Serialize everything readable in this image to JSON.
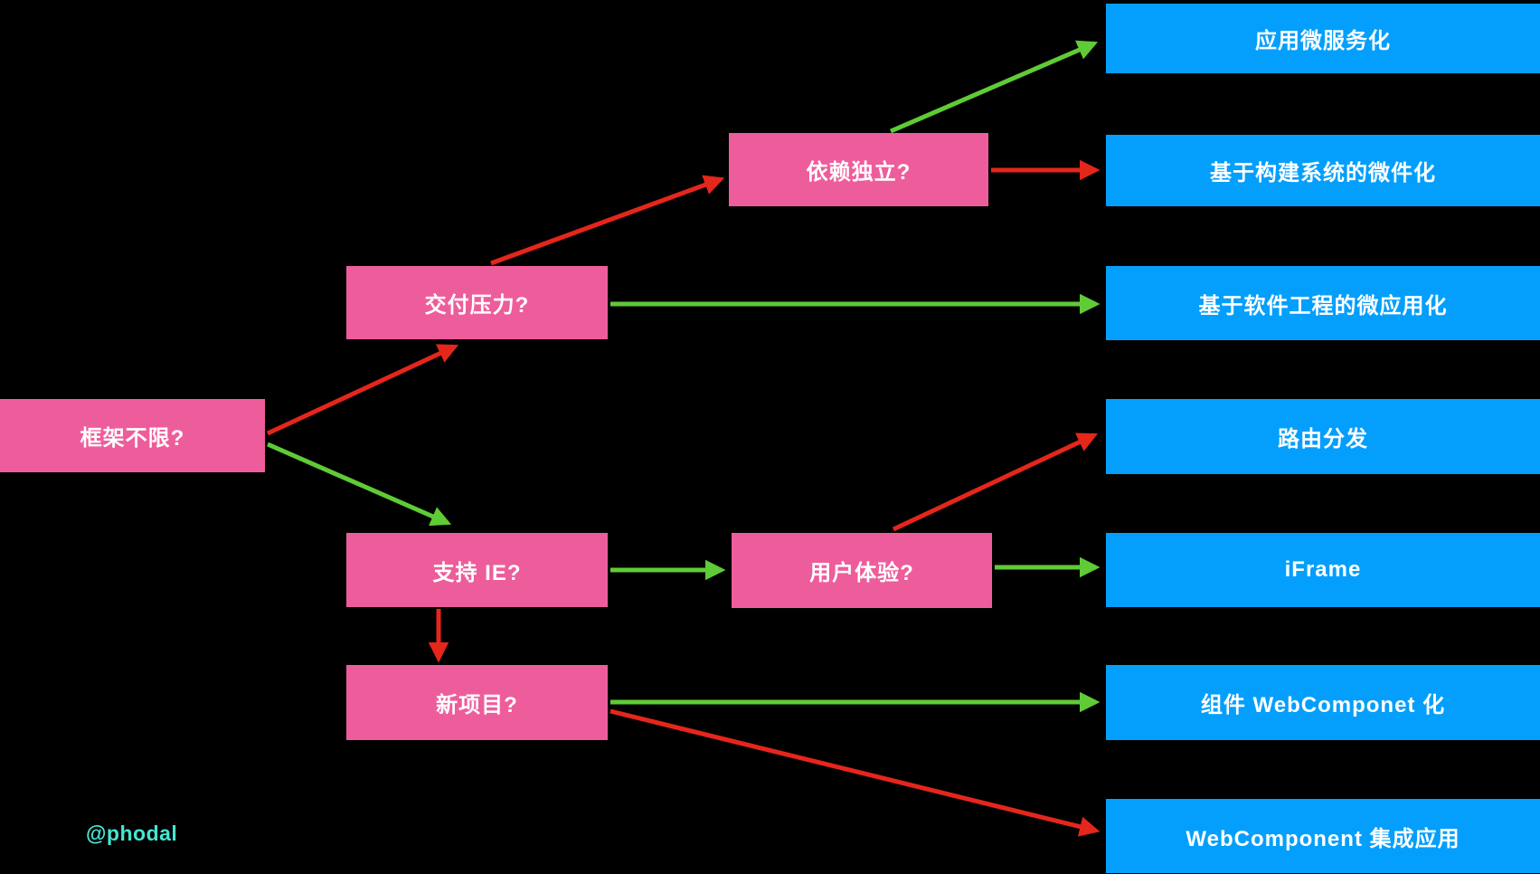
{
  "colors": {
    "background": "#000000",
    "decision_box": "#EE5D9B",
    "outcome_box": "#049FFC",
    "red_arrow": "#E5261B",
    "green_arrow": "#5FCB37",
    "box_text": "#FFFFFF",
    "watermark_text": "#45E6D2"
  },
  "watermark": {
    "text": "@phodal"
  },
  "nodes": {
    "decisions": [
      {
        "label": "框架不限?"
      },
      {
        "label": "交付压力?"
      },
      {
        "label": "依赖独立?"
      },
      {
        "label": "支持 IE?"
      },
      {
        "label": "用户体验?"
      },
      {
        "label": "新项目?"
      }
    ],
    "outcomes": [
      {
        "label": "应用微服务化"
      },
      {
        "label": "基于构建系统的微件化"
      },
      {
        "label": "基于软件工程的微应用化"
      },
      {
        "label": "路由分发"
      },
      {
        "label": "iFrame"
      },
      {
        "label": "组件 WebComponet 化"
      },
      {
        "label": "WebComponent 集成应用"
      }
    ]
  },
  "edges": [
    {
      "from": "框架不限?",
      "to": "交付压力?",
      "color": "red"
    },
    {
      "from": "框架不限?",
      "to": "支持 IE?",
      "color": "green"
    },
    {
      "from": "交付压力?",
      "to": "依赖独立?",
      "color": "red"
    },
    {
      "from": "交付压力?",
      "to": "基于软件工程的微应用化",
      "color": "green"
    },
    {
      "from": "依赖独立?",
      "to": "应用微服务化",
      "color": "green"
    },
    {
      "from": "依赖独立?",
      "to": "基于构建系统的微件化",
      "color": "red"
    },
    {
      "from": "支持 IE?",
      "to": "用户体验?",
      "color": "green"
    },
    {
      "from": "支持 IE?",
      "to": "新项目?",
      "color": "red"
    },
    {
      "from": "用户体验?",
      "to": "路由分发",
      "color": "red"
    },
    {
      "from": "用户体验?",
      "to": "iFrame",
      "color": "green"
    },
    {
      "from": "新项目?",
      "to": "组件 WebComponet 化",
      "color": "green"
    },
    {
      "from": "新项目?",
      "to": "WebComponent 集成应用",
      "color": "red"
    }
  ]
}
